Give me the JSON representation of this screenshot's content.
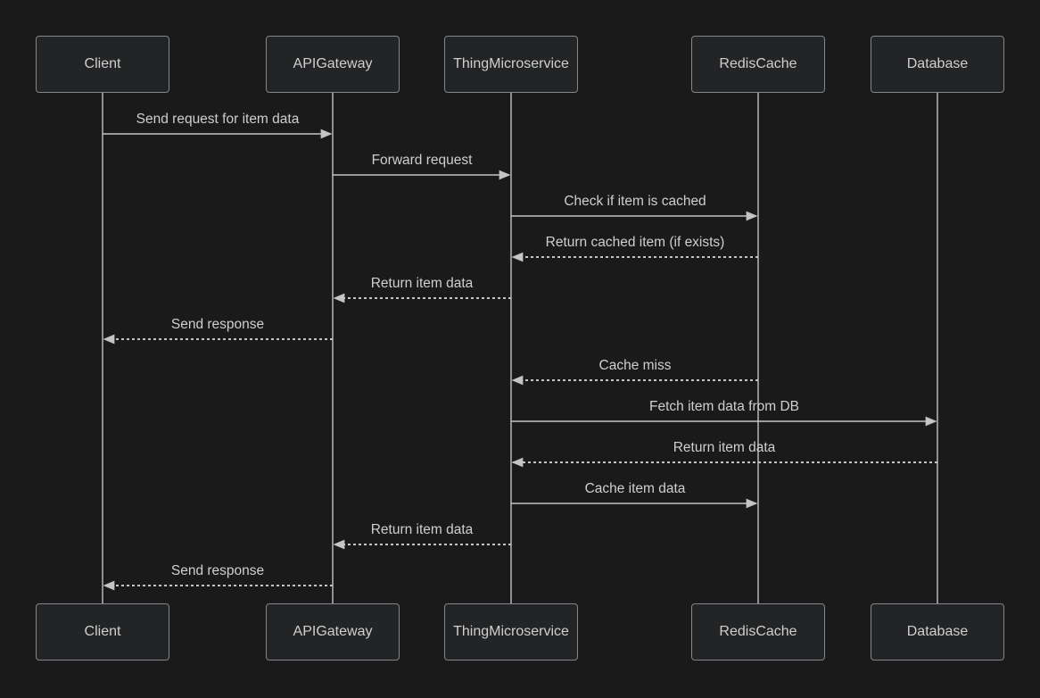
{
  "diagram": {
    "type": "sequence-diagram",
    "theme": "dark",
    "actors": [
      {
        "label": "Client"
      },
      {
        "label": "APIGateway"
      },
      {
        "label": "ThingMicroservice"
      },
      {
        "label": "RedisCache"
      },
      {
        "label": "Database"
      }
    ],
    "messages": [
      {
        "text": "Send request for item data",
        "from": "Client",
        "to": "APIGateway",
        "line": "solid"
      },
      {
        "text": "Forward request",
        "from": "APIGateway",
        "to": "ThingMicroservice",
        "line": "solid"
      },
      {
        "text": "Check if item is cached",
        "from": "ThingMicroservice",
        "to": "RedisCache",
        "line": "solid"
      },
      {
        "text": "Return cached item (if exists)",
        "from": "RedisCache",
        "to": "ThingMicroservice",
        "line": "dotted"
      },
      {
        "text": "Return item data",
        "from": "ThingMicroservice",
        "to": "APIGateway",
        "line": "dotted"
      },
      {
        "text": "Send response",
        "from": "APIGateway",
        "to": "Client",
        "line": "dotted"
      },
      {
        "text": "Cache miss",
        "from": "RedisCache",
        "to": "ThingMicroservice",
        "line": "dotted"
      },
      {
        "text": "Fetch item data from DB",
        "from": "ThingMicroservice",
        "to": "Database",
        "line": "solid"
      },
      {
        "text": "Return item data",
        "from": "Database",
        "to": "ThingMicroservice",
        "line": "dotted"
      },
      {
        "text": "Cache item data",
        "from": "ThingMicroservice",
        "to": "RedisCache",
        "line": "solid"
      },
      {
        "text": "Return item data",
        "from": "ThingMicroservice",
        "to": "APIGateway",
        "line": "dotted"
      },
      {
        "text": "Send response",
        "from": "APIGateway",
        "to": "Client",
        "line": "dotted"
      }
    ],
    "colors": {
      "background": "#1a1a1a",
      "actor_fill": "#232425",
      "actor_border": "#81878c",
      "text": "#cfcfcf",
      "line": "#c4c4c4"
    }
  }
}
